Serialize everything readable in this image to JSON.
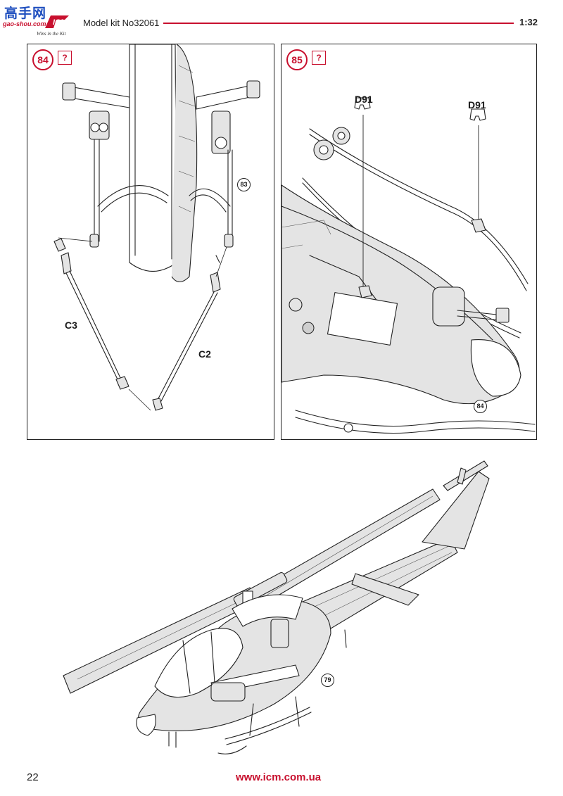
{
  "header": {
    "logo_cn": "高手网",
    "logo_sub": "gao-shou.com",
    "logo_tag": "Wins in the Kit",
    "model_kit": "Model kit No32061",
    "scale": "1:32",
    "accent_color": "#c8102e"
  },
  "step84": {
    "number": "84",
    "question_mark": "?",
    "callout": "83",
    "part_left": "C3",
    "part_right": "C2"
  },
  "step85": {
    "number": "85",
    "question_mark": "?",
    "callout": "84",
    "part_left": "D91",
    "part_right": "D91"
  },
  "overview": {
    "callout": "79"
  },
  "footer": {
    "page_number": "22",
    "url": "www.icm.com.ua"
  }
}
